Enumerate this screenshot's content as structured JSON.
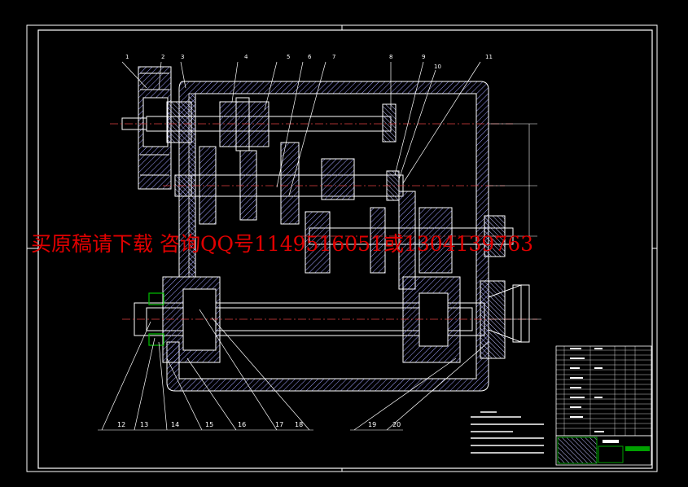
{
  "watermark": "买原稿请下载 咨询QQ号1149516051或1304139763",
  "callouts_top": [
    "1",
    "2",
    "3",
    "4",
    "5",
    "6",
    "7",
    "8",
    "9",
    "10",
    "11"
  ],
  "callouts_bottom": [
    "12",
    "13",
    "14",
    "15",
    "16",
    "17",
    "18",
    "19",
    "20"
  ],
  "colors": {
    "background": "#000000",
    "line": "#ffffff",
    "centerline": "#e04040",
    "hatch": "#a0a0ff",
    "bearing": "#00c000",
    "dimension": "#ffffff",
    "watermark": "#e00000",
    "table_fill": "#00a000"
  }
}
